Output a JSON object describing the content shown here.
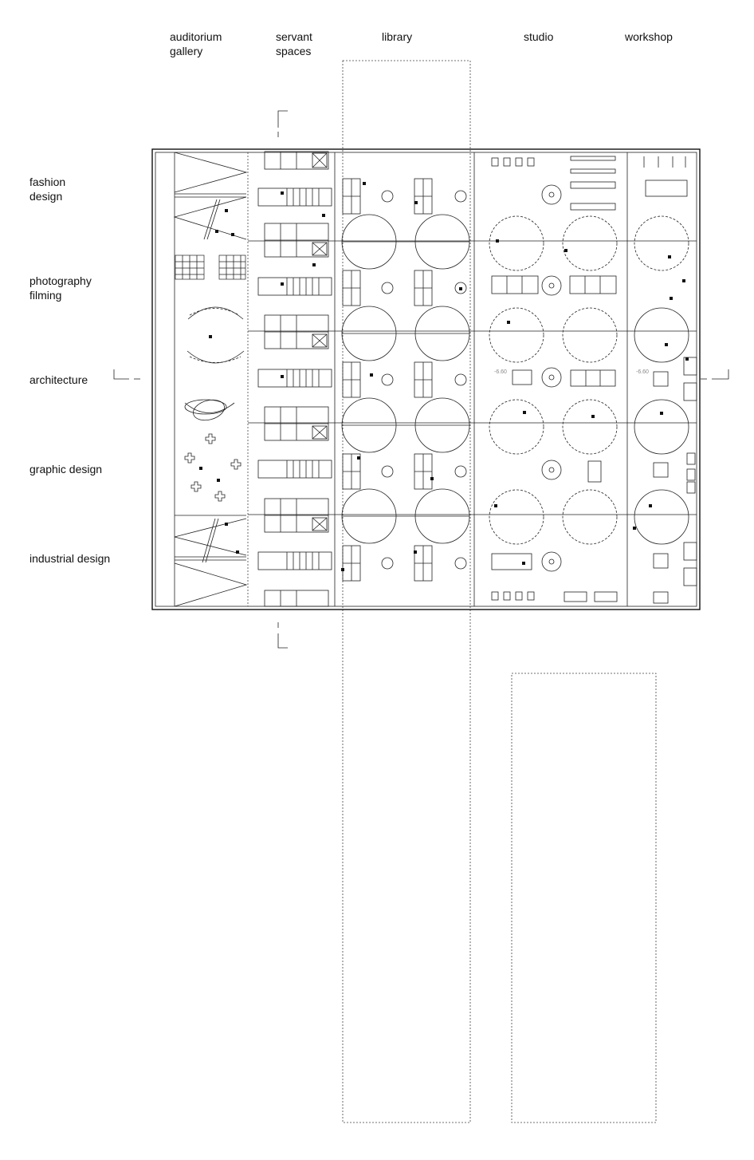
{
  "columns": [
    {
      "id": "auditorium-gallery",
      "lines": [
        "auditorium",
        "gallery"
      ]
    },
    {
      "id": "servant-spaces",
      "lines": [
        "servant",
        "spaces"
      ]
    },
    {
      "id": "library",
      "lines": [
        "library"
      ]
    },
    {
      "id": "studio",
      "lines": [
        "studio"
      ]
    },
    {
      "id": "workshop",
      "lines": [
        "workshop"
      ]
    }
  ],
  "rows": [
    {
      "id": "fashion-design",
      "lines": [
        "fashion",
        "design"
      ]
    },
    {
      "id": "photography-filming",
      "lines": [
        "photography",
        "filming"
      ]
    },
    {
      "id": "architecture",
      "lines": [
        "architecture"
      ]
    },
    {
      "id": "graphic-design",
      "lines": [
        "graphic design"
      ]
    },
    {
      "id": "industrial-design",
      "lines": [
        "industrial design"
      ]
    }
  ],
  "elevations": [
    "-6.60",
    "-6.60"
  ]
}
